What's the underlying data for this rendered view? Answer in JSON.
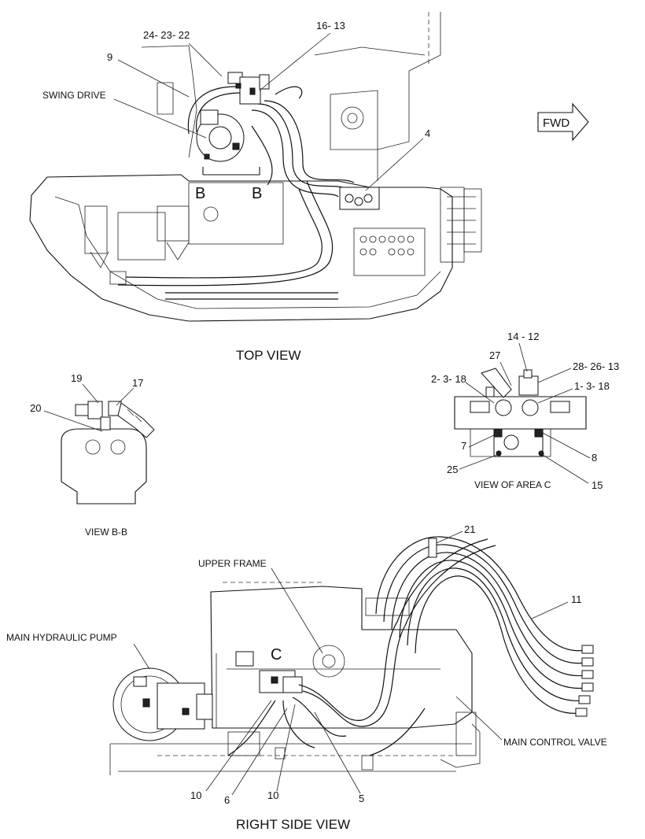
{
  "views": {
    "top": "TOP VIEW",
    "section": "VIEW B-B",
    "area_c": "VIEW OF AREA C",
    "right_side": "RIGHT SIDE VIEW"
  },
  "callouts": {
    "top": {
      "c24_23_22": "24- 23- 22",
      "c16_13": "16- 13",
      "c9": "9",
      "swing_drive": "SWING DRIVE",
      "c4": "4",
      "fwd": "FWD",
      "section_b_left": "B",
      "section_b_right": "B"
    },
    "section_bb": {
      "c19": "19",
      "c17": "17",
      "c20": "20"
    },
    "area_c": {
      "c14_12": "14 - 12",
      "c27": "27",
      "c28_26_13": "28- 26- 13",
      "c2_3_18": "2- 3- 18",
      "c1_3_18": "1- 3- 18",
      "c7": "7",
      "c8": "8",
      "c25": "25",
      "c15": "15"
    },
    "side": {
      "c21": "21",
      "upper_frame": "UPPER FRAME",
      "c11": "11",
      "main_hydraulic_pump": "MAIN HYDRAULIC PUMP",
      "area_c_marker": "C",
      "main_control_valve": "MAIN CONTROL VALVE",
      "c10_left": "10",
      "c6": "6",
      "c10_right": "10",
      "c5": "5"
    }
  }
}
